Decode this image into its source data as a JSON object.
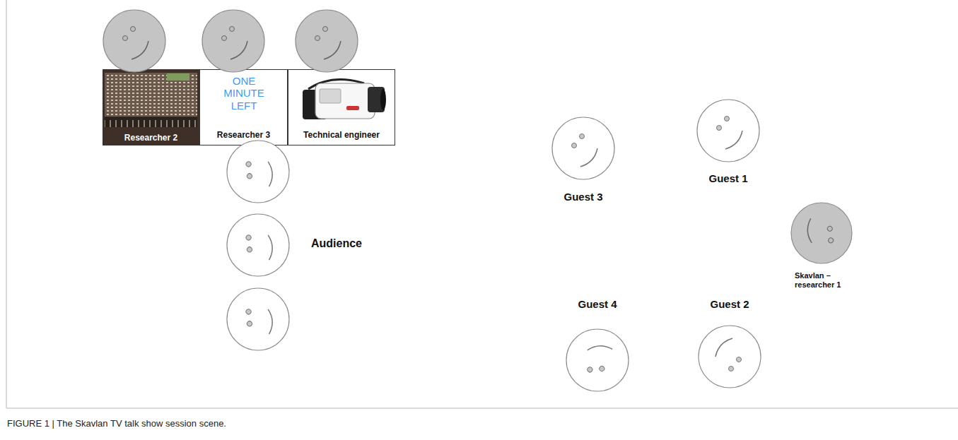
{
  "diagram": {
    "caption": "FIGURE 1 | The Skavlan TV talk show session scene.",
    "nodes": [
      {
        "text": [
          "Researcher 2"
        ]
      },
      {
        "text": [
          "ONE MINUTE LEFT",
          "Researcher 3"
        ]
      },
      {
        "text": [
          "Technical engineer"
        ]
      },
      {
        "text": [
          "Guest 3"
        ]
      },
      {
        "text": [
          "Guest 1"
        ]
      },
      {
        "text": [
          "Skavlan – researcher 1"
        ]
      },
      {
        "text": [
          "Guest 4"
        ]
      },
      {
        "text": [
          "Guest 2"
        ]
      }
    ],
    "labels": [
      "Audience"
    ]
  }
}
